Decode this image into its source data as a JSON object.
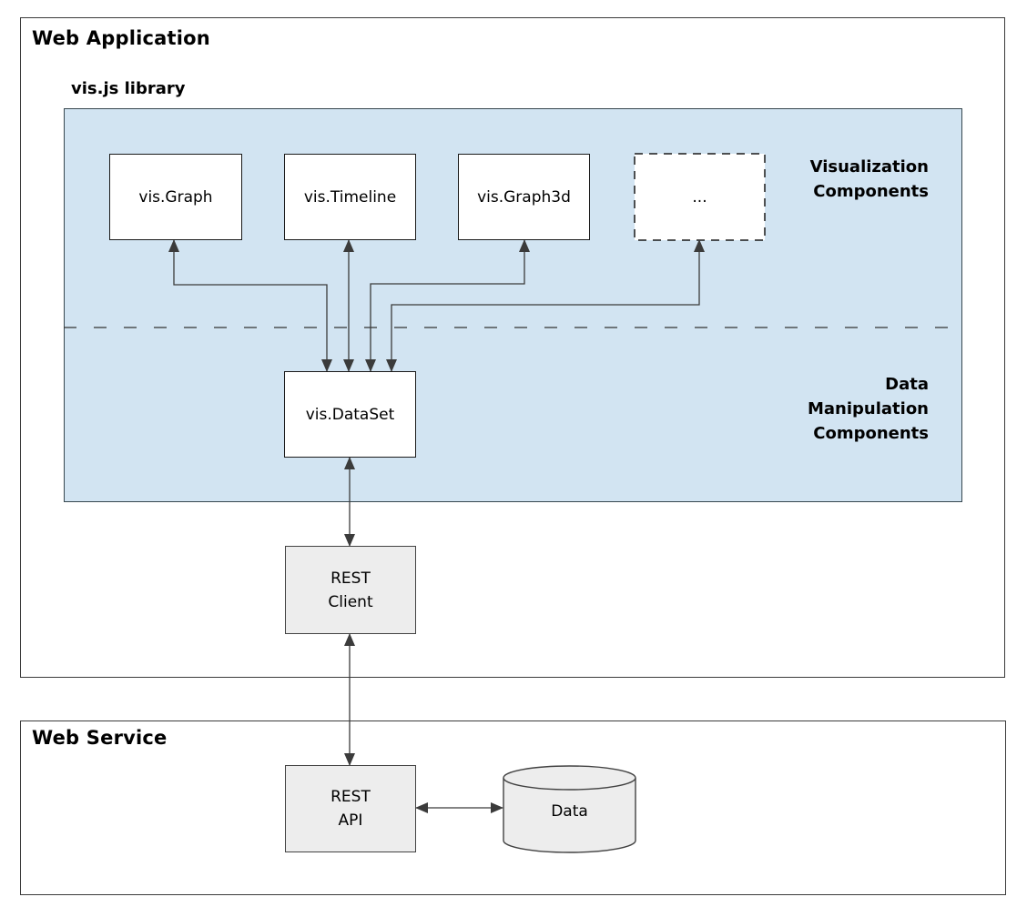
{
  "web_application": {
    "title": "Web Application",
    "vis_library": {
      "title": "vis.js library",
      "visualization_label": {
        "line1": "Visualization",
        "line2": "Components"
      },
      "data_manipulation_label": {
        "line1": "Data",
        "line2": "Manipulation",
        "line3": "Components"
      },
      "components": [
        {
          "label": "vis.Graph"
        },
        {
          "label": "vis.Timeline"
        },
        {
          "label": "vis.Graph3d"
        },
        {
          "label": "..."
        }
      ],
      "dataset": {
        "label": "vis.DataSet"
      }
    },
    "rest_client": {
      "line1": "REST",
      "line2": "Client"
    }
  },
  "web_service": {
    "title": "Web Service",
    "rest_api": {
      "line1": "REST",
      "line2": "API"
    },
    "data_store": {
      "label": "Data"
    }
  },
  "colors": {
    "panel_blue": "#d2e4f2",
    "node_gray": "#ededed",
    "node_white": "#ffffff",
    "wire": "#3b3b3b",
    "border_dark": "#424242",
    "text": "#000000"
  }
}
